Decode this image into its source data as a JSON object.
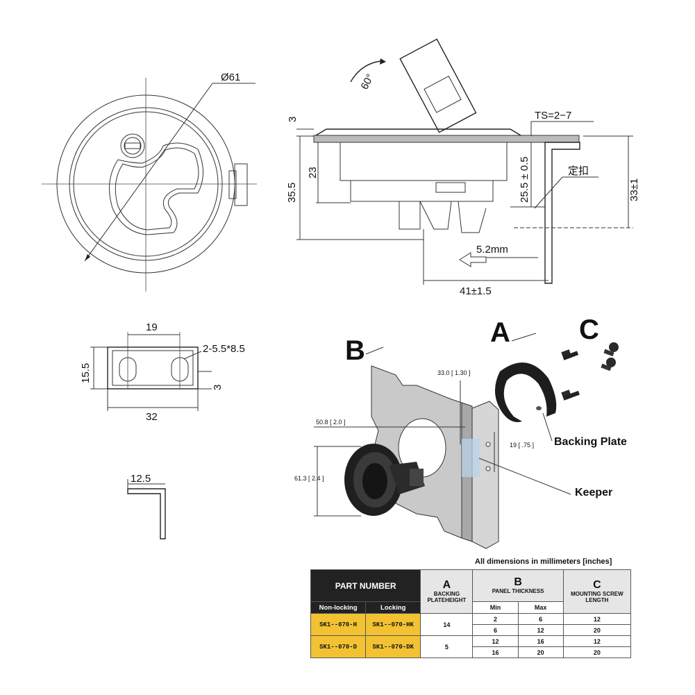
{
  "top_view": {
    "diameter_label": "Ø61"
  },
  "side_view": {
    "angle_label": "60°",
    "thickness_label": "3",
    "ts_label": "TS=2−7",
    "height_label": "35.5",
    "body_label": "23",
    "tolerance_label": "25.5 ± 0.5",
    "keeper_cn_label": "定扣",
    "total_label": "33±1",
    "travel_label": "5.2mm",
    "width_label": "41±1.5"
  },
  "keeper_plate": {
    "spacing_label": "19",
    "slot_label": "2-5.5*8.5",
    "height_label": "15.5",
    "thickness_label": "3",
    "width_label": "32"
  },
  "bracket": {
    "depth_label": "12.5"
  },
  "exploded": {
    "label_a": "A",
    "label_b": "B",
    "label_c": "C",
    "dim_33": "33.0 [ 1.30 ]",
    "dim_508": "50.8 [ 2.0 ]",
    "dim_613": "61.3 [ 2.4 ]",
    "dim_19": "19 [ .75 ]",
    "backing_plate": "Backing Plate",
    "keeper": "Keeper"
  },
  "table": {
    "note": "All dimensions in millimeters [inches]",
    "part_number": "PART NUMBER",
    "col_a": "A",
    "col_a_sub": "BACKING PLATEHEIGHT",
    "col_b": "B",
    "col_b_sub": "PANEL THICKNESS",
    "col_c": "C",
    "col_c_sub": "MOUNTING SCREW LENGTH",
    "non_locking": "Non-locking",
    "locking": "Locking",
    "min": "Min",
    "max": "Max",
    "rows": [
      {
        "nl": "SK1--070-H",
        "lk": "SK1--070-HK",
        "a": "14",
        "min": "2",
        "max": "6",
        "c": "12"
      },
      {
        "min": "6",
        "max": "12",
        "c": "20"
      },
      {
        "nl": "SK1--070-D",
        "lk": "SK1--070-DK",
        "a": "5",
        "min": "12",
        "max": "16",
        "c": "12"
      },
      {
        "min": "16",
        "max": "20",
        "c": "20"
      }
    ]
  }
}
